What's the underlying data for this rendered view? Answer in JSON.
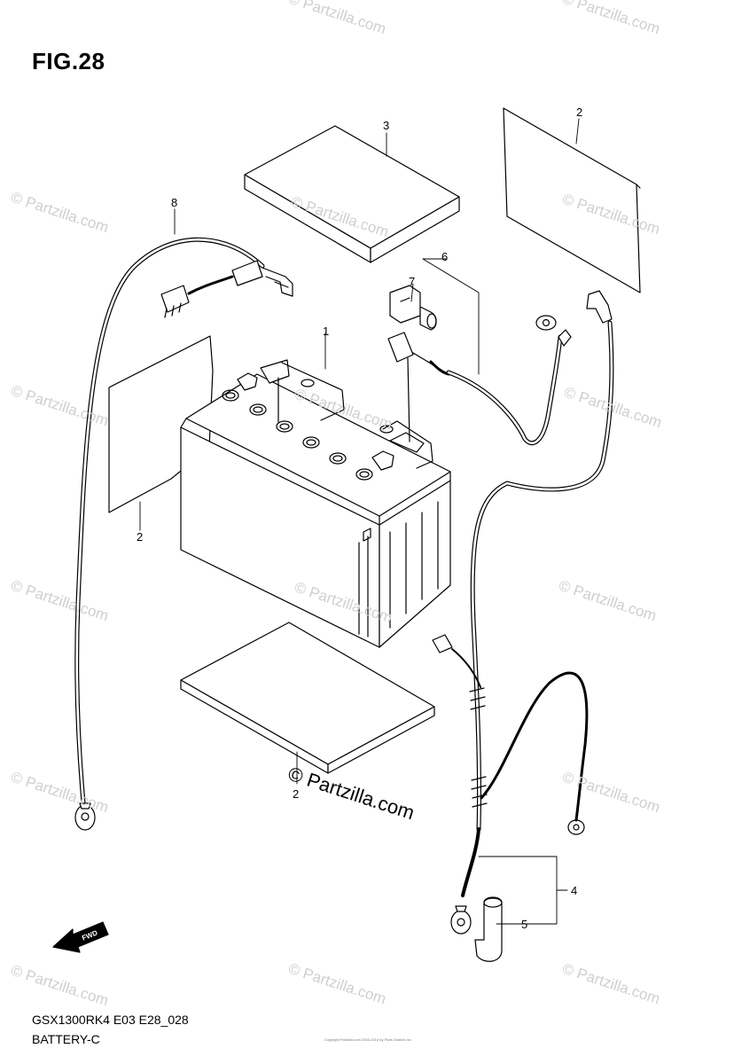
{
  "figure": {
    "title": "FIG.28",
    "code": "GSX1300RK4 E03 E28_028",
    "name": "BATTERY-C"
  },
  "callouts": {
    "battery": "1",
    "pad_side_right": "2",
    "pad_side_left": "2",
    "pad_bottom": "2",
    "pad_top": "3",
    "cable_set": "4",
    "cap": "5",
    "terminal_set": "6",
    "terminal_bolt": "7",
    "lead_wire": "8"
  },
  "fwd_label": "FWD",
  "watermarks": {
    "text": "© Partzilla.com",
    "feature_text": "© Partzilla.com"
  },
  "copyright_text": "Copyright Partzilla.com 2004-2016 by Parts Dealers Inc"
}
